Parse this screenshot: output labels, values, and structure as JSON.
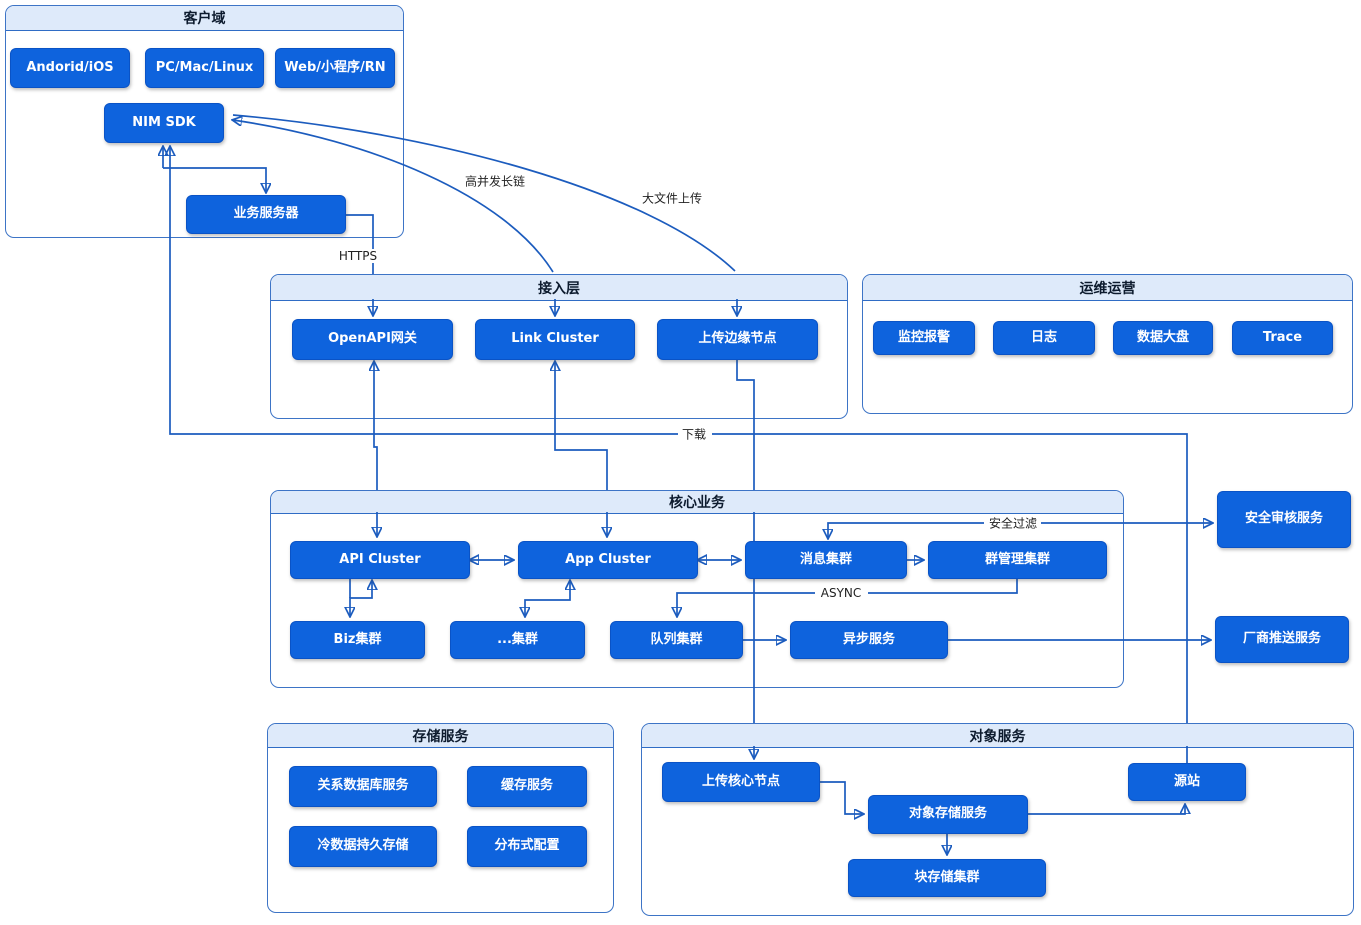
{
  "diagram": {
    "groups": {
      "client": {
        "title": "客户域",
        "nodes": {
          "android": "Andorid/iOS",
          "pc": "PC/Mac/Linux",
          "web": "Web/小程序/RN",
          "sdk": "NIM SDK",
          "biz_server": "业务服务器"
        }
      },
      "access": {
        "title": "接入层",
        "nodes": {
          "openapi": "OpenAPI网关",
          "link": "Link Cluster",
          "edge_upload": "上传边缘节点"
        }
      },
      "ops": {
        "title": "运维运营",
        "nodes": {
          "monitor": "监控报警",
          "log": "日志",
          "dashboard": "数据大盘",
          "trace": "Trace"
        }
      },
      "core": {
        "title": "核心业务",
        "nodes": {
          "api": "API Cluster",
          "app": "App Cluster",
          "msg": "消息集群",
          "group_mgmt": "群管理集群",
          "biz": "Biz集群",
          "dots": "...集群",
          "queue": "队列集群",
          "async_svc": "异步服务"
        }
      },
      "storage": {
        "title": "存储服务",
        "nodes": {
          "rdb": "关系数据库服务",
          "cache": "缓存服务",
          "cold": "冷数据持久存储",
          "dist_config": "分布式配置"
        }
      },
      "object": {
        "title": "对象服务",
        "nodes": {
          "upload_core": "上传核心节点",
          "object_storage": "对象存储服务",
          "block_storage": "块存储集群",
          "origin": "源站"
        }
      }
    },
    "external": {
      "security_audit": "安全审核服务",
      "vendor_push": "厂商推送服务"
    },
    "edge_labels": {
      "https": "HTTPS",
      "long_link": "高并发长链",
      "big_file": "大文件上传",
      "download": "下载",
      "security_filter": "安全过滤",
      "async": "ASYNC"
    },
    "colors": {
      "node_fill": "#0E63DD",
      "connector": "#1C5CBE",
      "header_fill": "#DEEAFA",
      "container_border": "#3D74C6"
    }
  }
}
